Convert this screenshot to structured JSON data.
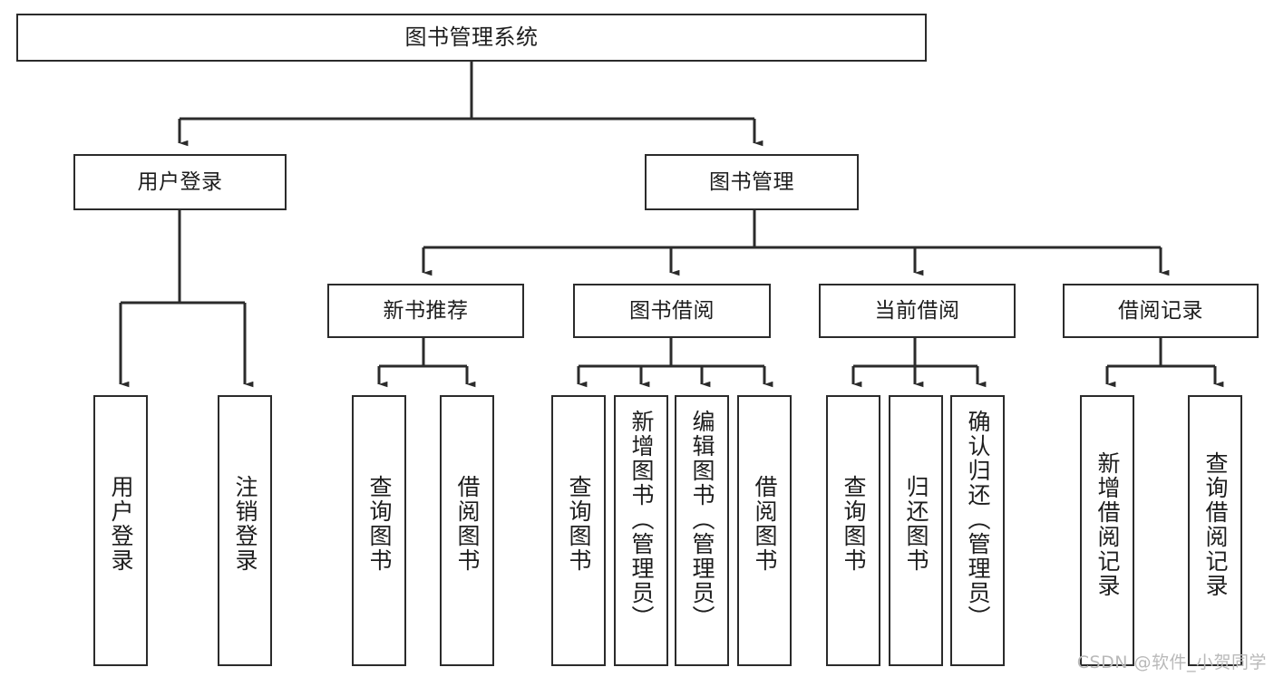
{
  "diagram": {
    "title": "图书管理系统",
    "type": "tree",
    "watermark": "CSDN @软件_小贺同学",
    "colors": {
      "box_border": "#2b2b2b",
      "box_fill": "#ffffff",
      "edge": "#2b2b2b",
      "text": "#1d1d1d",
      "watermark": "#b9b9b9",
      "background": "#ffffff"
    },
    "levels": {
      "root": "图书管理系统",
      "level2": [
        "用户登录",
        "图书管理"
      ],
      "level3": [
        "新书推荐",
        "图书借阅",
        "当前借阅",
        "借阅记录"
      ]
    },
    "nodes": {
      "root": {
        "label": "图书管理系统"
      },
      "user_login": {
        "label": "用户登录"
      },
      "book_manage": {
        "label": "图书管理"
      },
      "new_book_rec": {
        "label": "新书推荐"
      },
      "book_borrow": {
        "label": "图书借阅"
      },
      "current_borrow": {
        "label": "当前借阅"
      },
      "borrow_record": {
        "label": "借阅记录"
      },
      "leaf_user_login": {
        "label": "用户登录"
      },
      "leaf_user_logout": {
        "label": "注销登录"
      },
      "leaf_query_book_a": {
        "label": "查询图书"
      },
      "leaf_borrow_book_a": {
        "label": "借阅图书"
      },
      "leaf_query_book_b": {
        "label": "查询图书"
      },
      "leaf_add_book": {
        "label": "新增图书（管理员）"
      },
      "leaf_edit_book": {
        "label": "编辑图书（管理员）"
      },
      "leaf_borrow_book_b": {
        "label": "借阅图书"
      },
      "leaf_query_book_c": {
        "label": "查询图书"
      },
      "leaf_return_book": {
        "label": "归还图书"
      },
      "leaf_confirm_return": {
        "label": "确认归还（管理员）"
      },
      "leaf_add_record": {
        "label": "新增借阅记录"
      },
      "leaf_query_record": {
        "label": "查询借阅记录"
      }
    },
    "edges": [
      {
        "from": "root",
        "to": "user_login"
      },
      {
        "from": "root",
        "to": "book_manage"
      },
      {
        "from": "user_login",
        "to": "leaf_user_login"
      },
      {
        "from": "user_login",
        "to": "leaf_user_logout"
      },
      {
        "from": "book_manage",
        "to": "new_book_rec"
      },
      {
        "from": "book_manage",
        "to": "book_borrow"
      },
      {
        "from": "book_manage",
        "to": "current_borrow"
      },
      {
        "from": "book_manage",
        "to": "borrow_record"
      },
      {
        "from": "new_book_rec",
        "to": "leaf_query_book_a"
      },
      {
        "from": "new_book_rec",
        "to": "leaf_borrow_book_a"
      },
      {
        "from": "book_borrow",
        "to": "leaf_query_book_b"
      },
      {
        "from": "book_borrow",
        "to": "leaf_add_book"
      },
      {
        "from": "book_borrow",
        "to": "leaf_edit_book"
      },
      {
        "from": "book_borrow",
        "to": "leaf_borrow_book_b"
      },
      {
        "from": "current_borrow",
        "to": "leaf_query_book_c"
      },
      {
        "from": "current_borrow",
        "to": "leaf_return_book"
      },
      {
        "from": "current_borrow",
        "to": "leaf_confirm_return"
      },
      {
        "from": "borrow_record",
        "to": "leaf_add_record"
      },
      {
        "from": "borrow_record",
        "to": "leaf_query_record"
      }
    ]
  }
}
